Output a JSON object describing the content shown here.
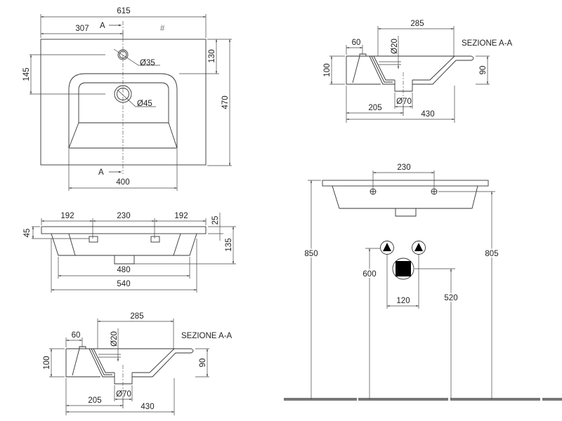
{
  "top_view": {
    "width_total": "615",
    "half_width": "307",
    "section_marker": "A",
    "hash_mark": "#",
    "tap_hole_diameter": "Ø35",
    "drain_diameter": "Ø45",
    "hole_spacing": "145",
    "tap_from_back": "130",
    "depth": "470",
    "basin_width": "400"
  },
  "front_view": {
    "left_offset": "192",
    "tap_spacing": "230",
    "right_offset": "192",
    "slab_thickness": "45",
    "rim": "25",
    "height": "135",
    "bottom_width": "480",
    "body_width": "540"
  },
  "section": {
    "title": "SEZIONE A-A",
    "basin_length": "285",
    "rim_offset": "60",
    "overflow_diameter": "Ø20",
    "height_back": "100",
    "height_front": "90",
    "drain_diameter": "Ø70",
    "drain_from_back": "205",
    "total_depth": "430"
  },
  "elevation": {
    "tap_spacing": "230",
    "rim_height": "850",
    "tap_height": "805",
    "supply_height": "600",
    "drain_height": "520",
    "supply_spacing": "120"
  }
}
